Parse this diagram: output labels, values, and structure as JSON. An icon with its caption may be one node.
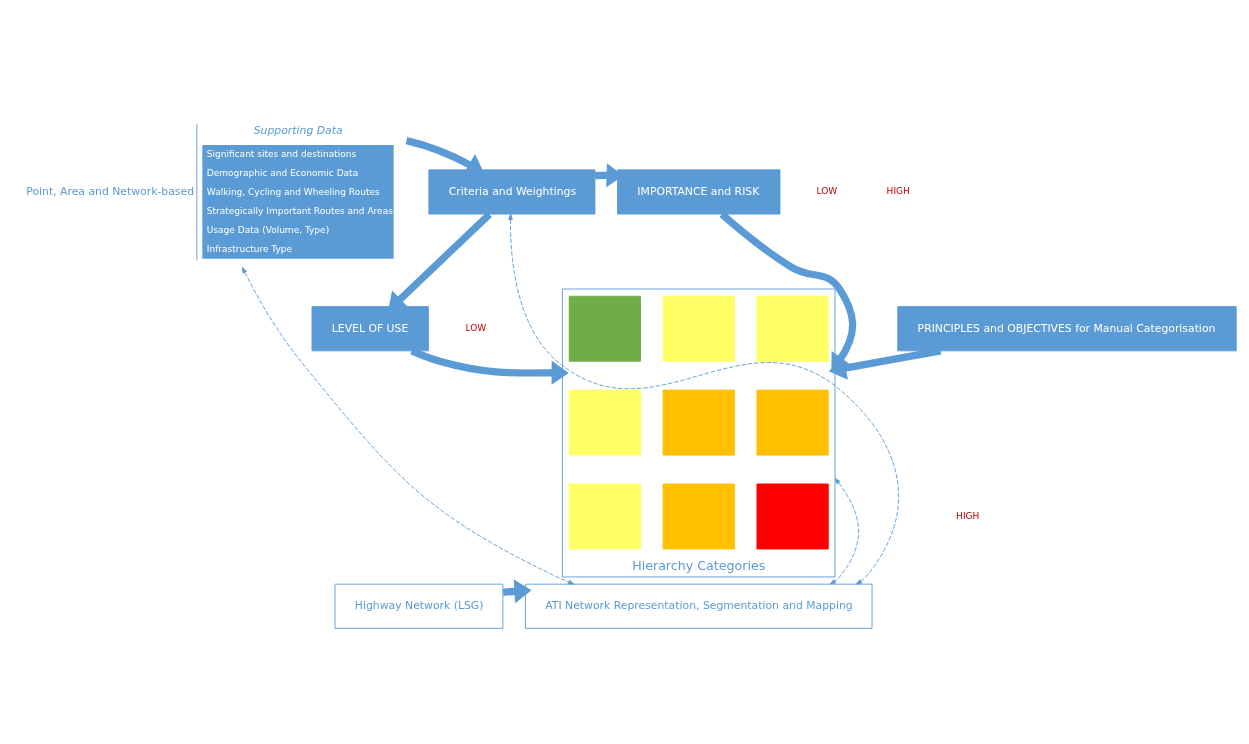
{
  "diagram": {
    "nodes": [
      {
        "text": [
          "Supporting Data",
          "Significant sites and destinations",
          "Demographic and Economic Data",
          "Walking, Cycling and Wheeling Routes",
          "Strategically Important Routes and Areas",
          "Usage Data (Volume, Type)",
          "Infrastructure Type"
        ],
        "beside": [
          "Point, Area and Network-based"
        ]
      },
      {
        "text": [
          "Criteria and Weightings"
        ]
      },
      {
        "text": [
          "IMPORTANCE and RISK"
        ]
      },
      {
        "text": [
          "LEVEL OF USE"
        ]
      },
      {
        "text": [
          "Hierarchy Categories"
        ]
      },
      {
        "text": [],
        "shape": "box",
        "in": 4
      },
      {
        "text": [],
        "shape": "box",
        "in": 4
      },
      {
        "text": [],
        "shape": "box",
        "in": 4
      },
      {
        "text": [],
        "shape": "box",
        "in": 4
      },
      {
        "text": [],
        "shape": "box",
        "in": 4
      },
      {
        "text": [],
        "shape": "box",
        "in": 4
      },
      {
        "text": [],
        "shape": "box",
        "in": 4
      },
      {
        "text": [],
        "shape": "box",
        "in": 4
      },
      {
        "text": [],
        "shape": "box",
        "in": 4
      },
      {
        "text": [
          "PRINCIPLES and OBJECTIVES for Manual Categorisation"
        ]
      },
      {
        "text": [
          "Highway Network (LSG)"
        ]
      },
      {
        "text": [
          "ATI Network Representation, Segmentation and Mapping"
        ]
      }
    ],
    "edges": [
      {
        "from": 0,
        "to": 1,
        "arrow": "to"
      },
      {
        "from": 1,
        "to": 2,
        "arrow": "to"
      },
      {
        "from": 2,
        "to": 4,
        "arrow": "to"
      },
      {
        "from": 1,
        "to": 3,
        "arrow": "to"
      },
      {
        "from": 3,
        "to": 4,
        "arrow": "to"
      },
      {
        "from": 14,
        "to": 4,
        "arrow": "to"
      },
      {
        "from": 15,
        "to": 16,
        "arrow": "to"
      },
      {
        "from": 0,
        "to": 16,
        "arrow": "both",
        "style": "dashed"
      },
      {
        "from": 1,
        "to": 16,
        "arrow": "both",
        "style": "dashed"
      },
      {
        "from": 4,
        "to": 16,
        "arrow": "both",
        "style": "dashed"
      }
    ],
    "labels": [
      "LOW",
      "HIGH",
      "LOW",
      "HIGH"
    ]
  }
}
